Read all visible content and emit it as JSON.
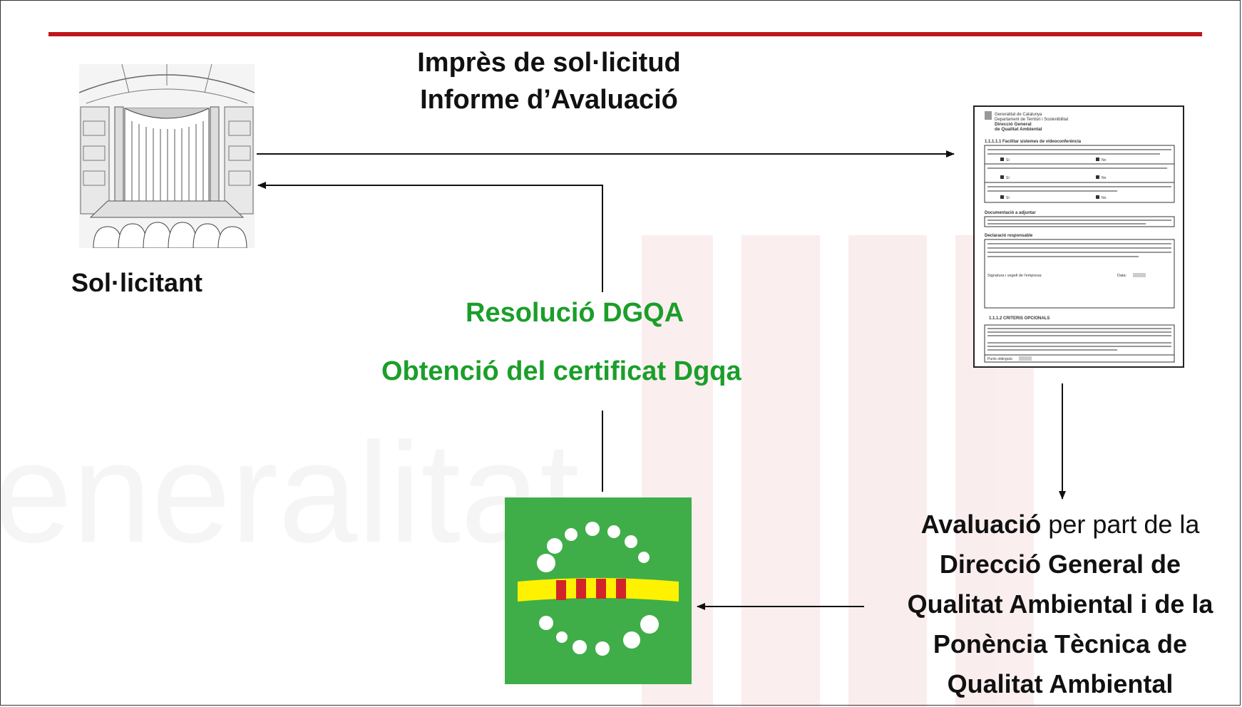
{
  "header": {
    "line1": "Imprès de sol·licitud",
    "line2": "Informe d’Avaluació"
  },
  "applicant": {
    "label": "Sol·licitant"
  },
  "resolution": {
    "line1": "Resolució DGQA",
    "line2": "Obtenció del certificat Dgqa"
  },
  "evaluation": {
    "bold1": "Avaluació",
    "plain1": " per part de la",
    "line2": "Direcció General de",
    "line3": "Qualitat Ambiental i de la",
    "line4": "Ponència  Tècnica de",
    "line5": "Qualitat  Ambiental"
  },
  "form_document": {
    "header_line1": "Generalitat de Catalunya",
    "header_line2": "Departament de Territori i Sostenibilitat",
    "header_line3": "Direcció General",
    "header_line4": "de Qualitat Ambiental",
    "section1": "1.1.1.1.1 Facilitar sistemes de videoconferència",
    "section2": "Documentació a adjuntar",
    "section3": "Declaració responsable",
    "signature": "Signatura i segell de l'empresa:",
    "date": "Data:",
    "section4": "1.1.1.2 CRITERIS OPCIONALS",
    "points": "Punts obtinguts:",
    "opt_yes": "Sí",
    "opt_no": "No"
  },
  "colors": {
    "accent_line": "#c0151b",
    "green_text": "#1b9e2a",
    "logo_green": "#3fae49",
    "logo_yellow": "#fff200",
    "logo_red": "#d2232a"
  }
}
